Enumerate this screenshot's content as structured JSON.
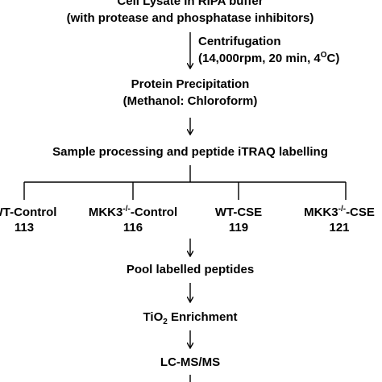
{
  "step1": {
    "line1": "Cell Lysate in RIPA buffer",
    "line2": "(with protease and phosphatase inhibitors)"
  },
  "centrifugation": {
    "title": "Centrifugation",
    "params_prefix": "(14,000rpm, 20 min, 4",
    "params_sup": "O",
    "params_suffix": "C)"
  },
  "step2": {
    "line1": "Protein Precipitation",
    "line2": "(Methanol: Chloroform)"
  },
  "step3": {
    "text": "Sample processing and peptide iTRAQ labelling"
  },
  "samples": [
    {
      "name_prefix": "WT-Control",
      "name_sup": "",
      "name_suffix": "",
      "tag": "113"
    },
    {
      "name_prefix": "MKK3",
      "name_sup": "-/-",
      "name_suffix": "-Control",
      "tag": "116"
    },
    {
      "name_prefix": "WT-CSE",
      "name_sup": "",
      "name_suffix": "",
      "tag": "119"
    },
    {
      "name_prefix": "MKK3",
      "name_sup": "-/-",
      "name_suffix": "-CSE",
      "tag": "121"
    }
  ],
  "step4": {
    "text": "Pool labelled peptides"
  },
  "step5": {
    "prefix": "TiO",
    "sub": "2",
    "suffix": " Enrichment"
  },
  "step6": {
    "text": "LC-MS/MS"
  }
}
